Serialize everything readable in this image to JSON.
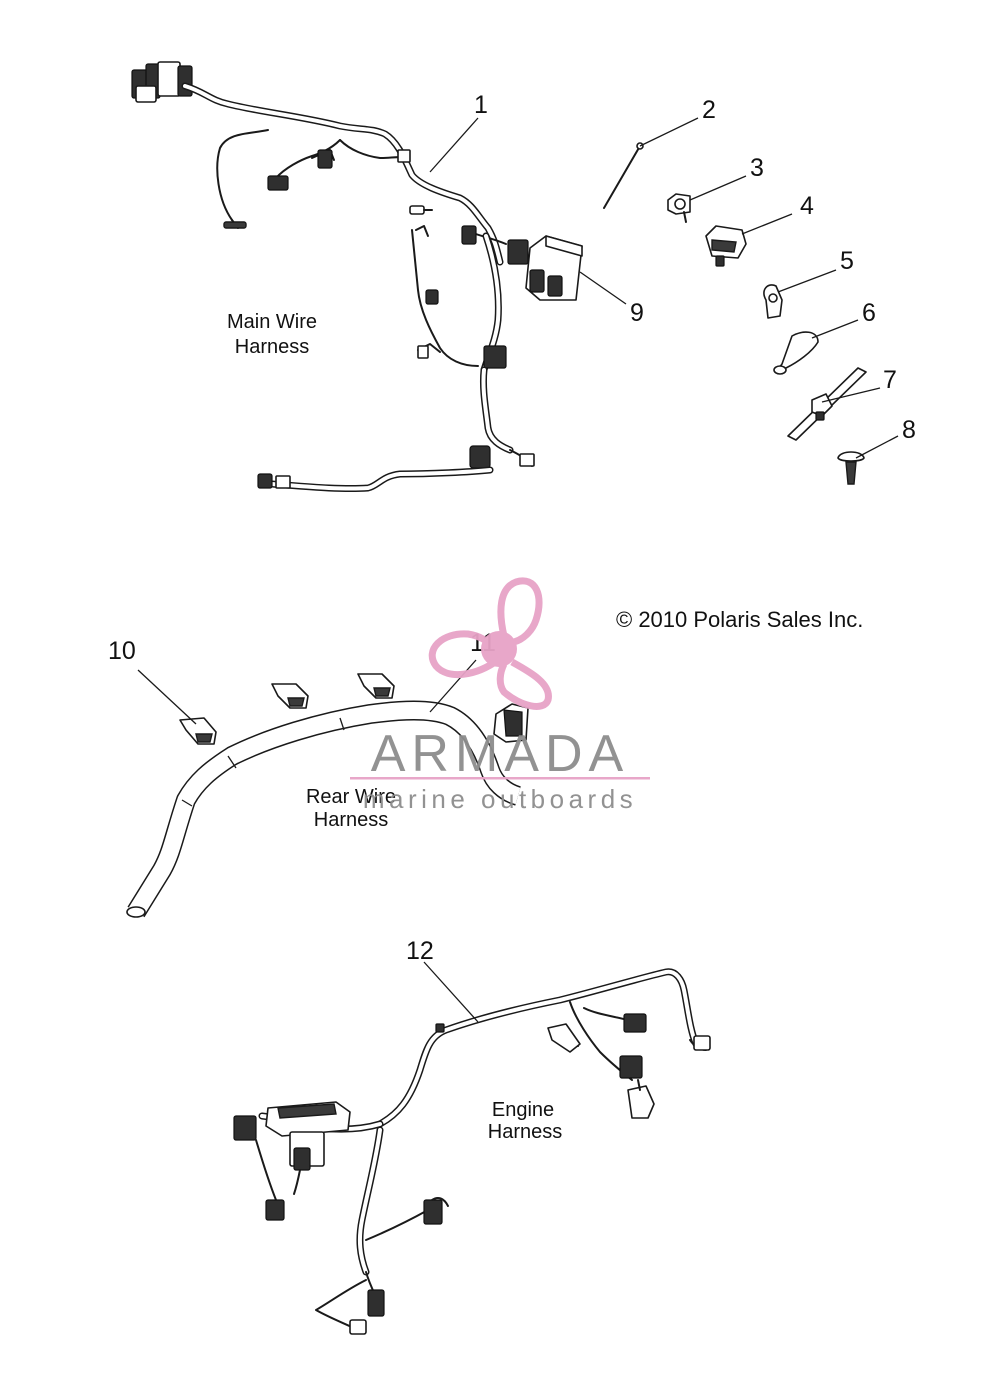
{
  "callouts": [
    {
      "id": "1",
      "text": "1"
    },
    {
      "id": "2",
      "text": "2"
    },
    {
      "id": "3",
      "text": "3"
    },
    {
      "id": "4",
      "text": "4"
    },
    {
      "id": "5",
      "text": "5"
    },
    {
      "id": "6",
      "text": "6"
    },
    {
      "id": "7",
      "text": "7"
    },
    {
      "id": "8",
      "text": "8"
    },
    {
      "id": "9",
      "text": "9"
    },
    {
      "id": "10",
      "text": "10"
    },
    {
      "id": "11",
      "text": "11"
    },
    {
      "id": "12",
      "text": "12"
    }
  ],
  "labels": {
    "main_harness": [
      "Main Wire",
      "Harness"
    ],
    "rear_harness": [
      "Rear Wire",
      "Harness"
    ],
    "engine_harness": [
      "Engine",
      "Harness"
    ]
  },
  "copyright": "© 2010 Polaris Sales Inc.",
  "watermark": {
    "brand": "ARMADA",
    "tagline": "marine outboards",
    "logo_color": "#e7a3c7",
    "text_color": "#8d8d8d"
  }
}
